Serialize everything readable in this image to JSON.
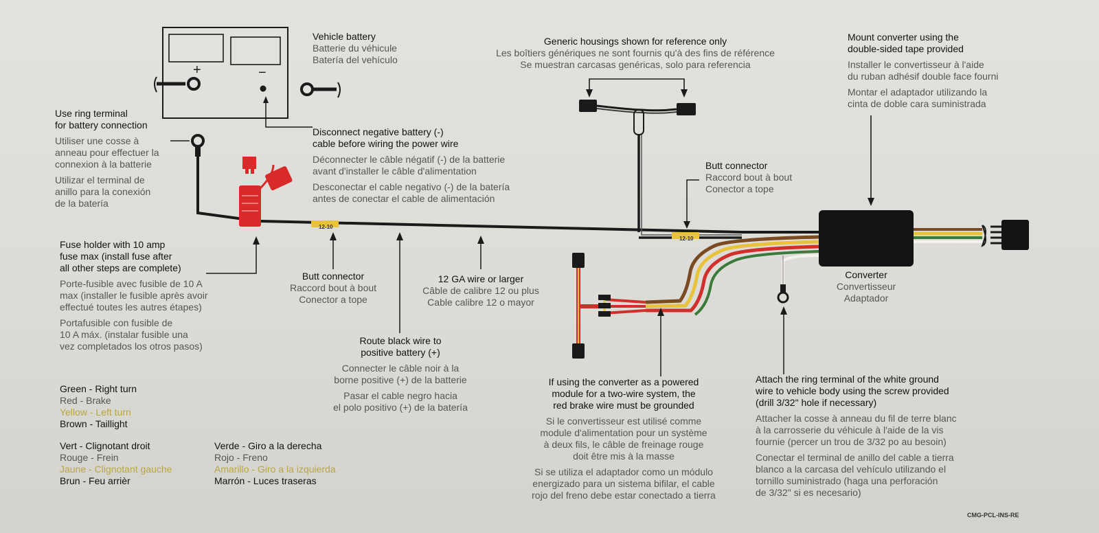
{
  "battery": {
    "plus": "+",
    "minus": "−",
    "label_en": "Vehicle battery",
    "label_fr": "Batterie du véhicule",
    "label_es": "Batería del vehículo"
  },
  "housings": {
    "en": "Generic housings shown for reference only",
    "fr": "Les boîtiers génériques ne sont fournis qu'à des fins de référence",
    "es": "Se muestran carcasas genéricas, solo para referencia"
  },
  "mount": {
    "en1": "Mount converter using the",
    "en2": "double-sided tape provided",
    "fr1": "Installer le convertisseur à l'aide",
    "fr2": "du ruban adhésif double face fourni",
    "es1": "Montar el adaptador utilizando la",
    "es2": "cinta de doble cara suministrada"
  },
  "ring": {
    "en1": "Use ring terminal",
    "en2": "for battery connection",
    "fr1": "Utiliser une cosse à",
    "fr2": "anneau pour effectuer la",
    "fr3": "connexion à la batterie",
    "es1": "Utilizar el terminal de",
    "es2": "anillo para la conexión",
    "es3": "de la batería"
  },
  "disconnect": {
    "en1": "Disconnect negative battery (-)",
    "en2": "cable before wiring the power wire",
    "fr1": "Déconnecter le câble négatif (-) de la batterie",
    "fr2": "avant d'installer le câble d'alimentation",
    "es1": "Desconectar el cable negativo (-) de la batería",
    "es2": "antes de conectar el cable de alimentación"
  },
  "butt_right": {
    "en": "Butt connector",
    "fr": "Raccord bout à bout",
    "es": "Conector a tope"
  },
  "butt_left": {
    "en": "Butt connector",
    "fr": "Raccord bout à bout",
    "es": "Conector a tope"
  },
  "connector_tag": "12-10",
  "fuse": {
    "en1": "Fuse holder with 10 amp",
    "en2": "fuse max (install fuse after",
    "en3": "all other steps are complete)",
    "fr1": "Porte-fusible avec fusible de 10 A",
    "fr2": "max (installer le fusible après avoir",
    "fr3": "effectué toutes les autres étapes)",
    "es1": "Portafusible con fusible de",
    "es2": "10 A máx. (instalar fusible una",
    "es3": "vez completados los otros pasos)"
  },
  "wire12": {
    "en": "12 GA wire or larger",
    "fr": "Câble de calibre 12 ou plus",
    "es": "Cable calibre 12 o mayor"
  },
  "route": {
    "en1": "Route black wire to",
    "en2": "positive battery (+)",
    "fr1": "Connecter le câble noir à la",
    "fr2": "borne positive (+) de la batterie",
    "es1": "Pasar el cable negro hacia",
    "es2": "el polo positivo (+) de la batería"
  },
  "converter": {
    "en": "Converter",
    "fr": "Convertisseur",
    "es": "Adaptador"
  },
  "powered": {
    "en1": "If using the converter as a powered",
    "en2": "module for a two-wire system, the",
    "en3": "red brake wire must be grounded",
    "fr1": "Si le convertisseur est utilisé comme",
    "fr2": "module d'alimentation pour un système",
    "fr3": "à deux fils, le câble de freinage rouge",
    "fr4": "doit être mis à la masse",
    "es1": "Si se utiliza el adaptador como un módulo",
    "es2": "energizado para un sistema bifilar, el cable",
    "es3": "rojo del freno debe estar conectado a tierra"
  },
  "ground": {
    "en1": "Attach the ring terminal of the white ground",
    "en2": "wire to vehicle body using the screw provided",
    "en3": "(drill 3/32\" hole if necessary)",
    "fr1": "Attacher la cosse à anneau du fil de terre blanc",
    "fr2": "à la carrosserie du véhicule à l'aide de la vis",
    "fr3": "fournie (percer un trou de 3/32 po au besoin)",
    "es1": "Conectar el terminal de anillo del cable a tierra",
    "es2": "blanco a la carcasa del vehículo utilizando el",
    "es3": "tornillo suministrado (haga una perforación",
    "es4": "de 3/32\" si es necesario)"
  },
  "legend_en": {
    "green": "Green - Right turn",
    "red": "Red - Brake",
    "yellow": "Yellow - Left turn",
    "brown": "Brown - Taillight"
  },
  "legend_fr": {
    "green": "Vert - Clignotant droit",
    "red": "Rouge - Frein",
    "yellow": "Jaune - Clignotant gauche",
    "brown": "Brun - Feu arrièr"
  },
  "legend_es": {
    "green": "Verde - Giro a la derecha",
    "red": "Rojo - Freno",
    "yellow": "Amarillo - Giro a la izquierda",
    "brown": "Marrón - Luces traseras"
  },
  "part_code": "CMG-PCL-INS-RE",
  "colors": {
    "black_wire": "#1a1a1a",
    "red_wire": "#d0302b",
    "yellow_wire": "#e8c23a",
    "brown_wire": "#7a4a22",
    "green_wire": "#3a7a3a",
    "white_wire": "#f4f2ea",
    "fuse_red": "#d92a2a",
    "connector_yellow": "#e9c43a"
  }
}
